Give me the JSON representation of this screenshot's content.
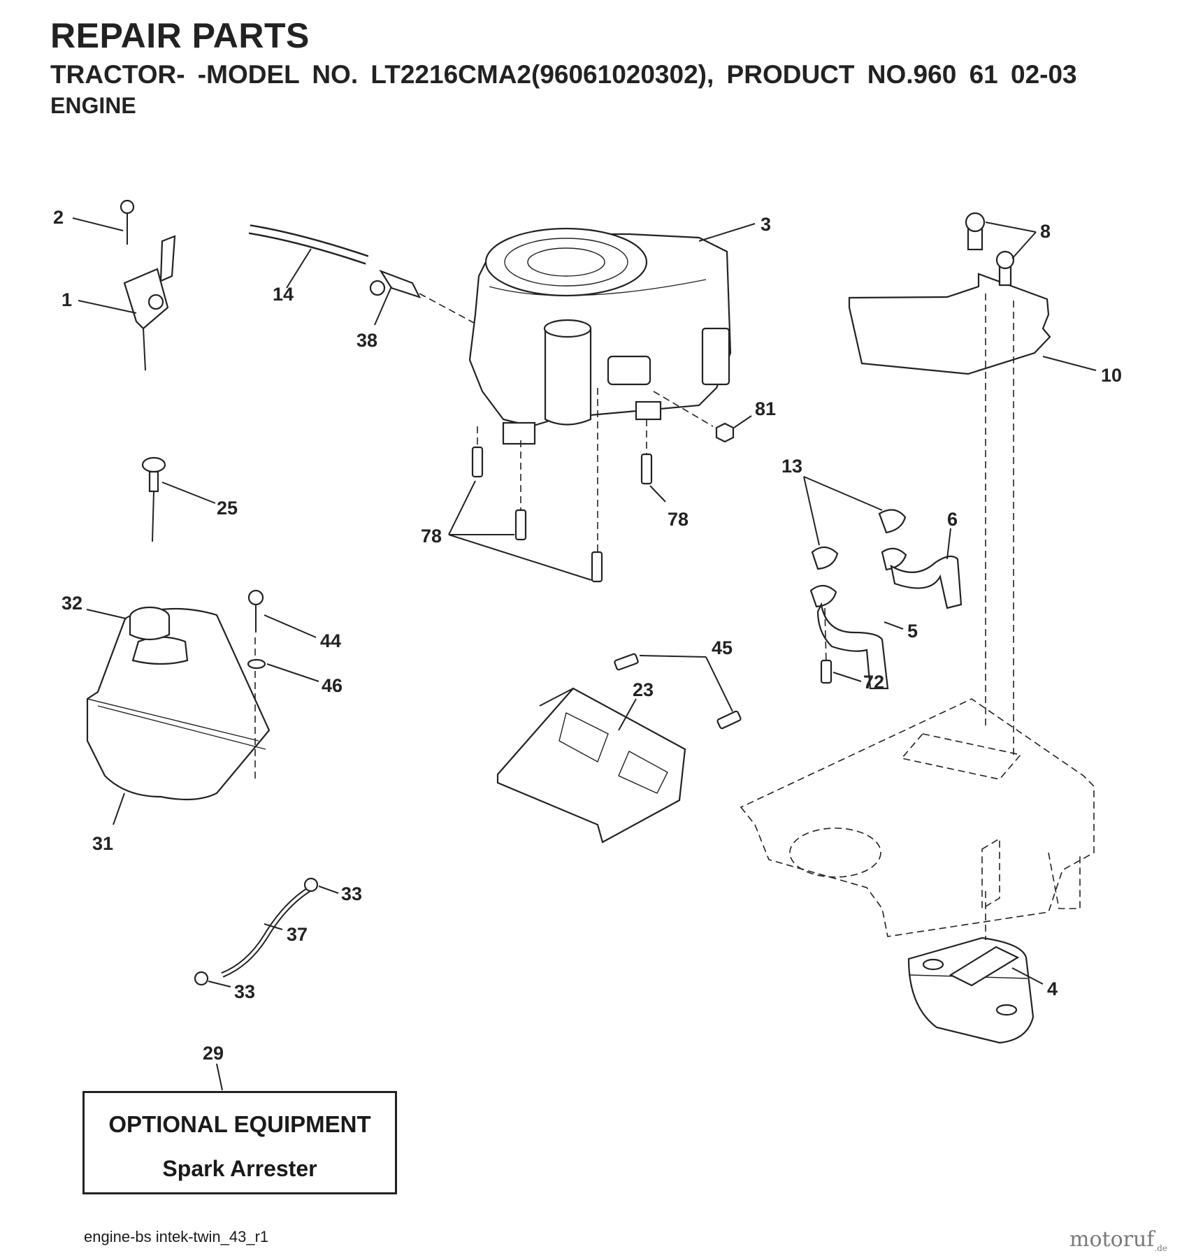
{
  "header": {
    "title": "REPAIR PARTS",
    "subtitle": "TRACTOR- -MODEL NO. LT2216CMA2(96061020302), PRODUCT NO.960 61 02-03",
    "section": "ENGINE"
  },
  "callouts": {
    "p1": "1",
    "p2": "2",
    "p3": "3",
    "p4": "4",
    "p5": "5",
    "p6": "6",
    "p8": "8",
    "p10": "10",
    "p13": "13",
    "p14": "14",
    "p23": "23",
    "p25": "25",
    "p29": "29",
    "p31": "31",
    "p32": "32",
    "p33a": "33",
    "p33b": "33",
    "p37": "37",
    "p38": "38",
    "p44": "44",
    "p45": "45",
    "p46": "46",
    "p72": "72",
    "p78a": "78",
    "p78b": "78",
    "p81": "81"
  },
  "optional_box": {
    "title": "OPTIONAL EQUIPMENT",
    "item": "Spark Arrester"
  },
  "footer": "engine-bs intek-twin_43_r1",
  "watermark": {
    "main": "motoruf",
    "suffix": ".de"
  }
}
